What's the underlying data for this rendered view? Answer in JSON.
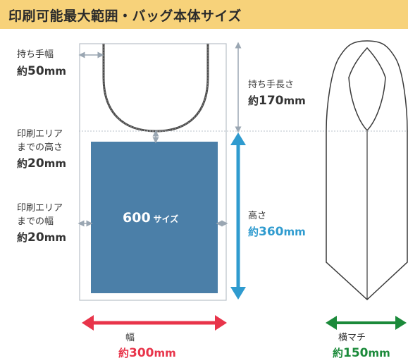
{
  "title": "印刷可能最大範囲・バッグ本体サイズ",
  "handle_width": {
    "label": "持ち手幅",
    "value_prefix": "約",
    "value_num": "50",
    "value_unit": "mm"
  },
  "handle_length": {
    "label": "持ち手長さ",
    "value_prefix": "約",
    "value_num": "170",
    "value_unit": "mm"
  },
  "print_top_margin": {
    "label_line1": "印刷エリア",
    "label_line2": "までの高さ",
    "value_prefix": "約",
    "value_num": "20",
    "value_unit": "mm"
  },
  "print_side_margin": {
    "label_line1": "印刷エリア",
    "label_line2": "までの幅",
    "value_prefix": "約",
    "value_num": "20",
    "value_unit": "mm"
  },
  "print_area": {
    "size_num": "600",
    "size_label": "サイズ"
  },
  "height": {
    "label": "高さ",
    "value_prefix": "約",
    "value_num": "360",
    "value_unit": "mm"
  },
  "width": {
    "label": "幅",
    "value_prefix": "約",
    "value_num": "300",
    "value_unit": "mm"
  },
  "gusset": {
    "label": "横マチ",
    "value_prefix": "約",
    "value_num": "150",
    "value_unit": "mm"
  },
  "colors": {
    "banner": "#f7d27a",
    "print_area": "#4b7fa8",
    "height_arrow": "#2f9bcf",
    "width_arrow": "#e8344a",
    "gusset_arrow": "#1b8a3a",
    "guide": "#9aa6b2"
  }
}
